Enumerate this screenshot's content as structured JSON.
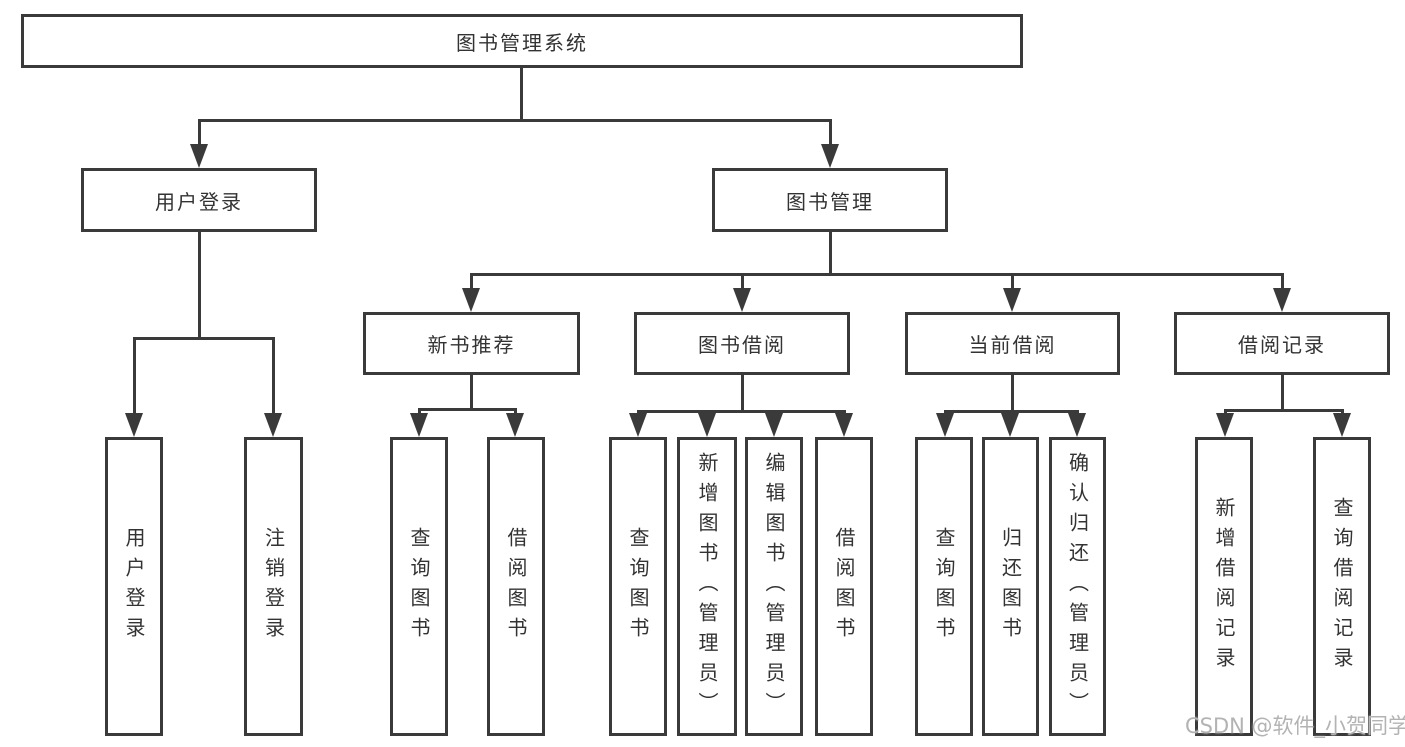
{
  "tree": {
    "root_label": "图书管理系统",
    "user_login": {
      "label": "用户登录",
      "children": [
        {
          "label": "用户登录"
        },
        {
          "label": "注销登录"
        }
      ]
    },
    "book_management": {
      "label": "图书管理",
      "sections": [
        {
          "label": "新书推荐",
          "children": [
            {
              "label": "查询图书"
            },
            {
              "label": "借阅图书"
            }
          ]
        },
        {
          "label": "图书借阅",
          "children": [
            {
              "label": "查询图书"
            },
            {
              "label": "新增图书（管理员）"
            },
            {
              "label": "编辑图书（管理员）"
            },
            {
              "label": "借阅图书"
            }
          ]
        },
        {
          "label": "当前借阅",
          "children": [
            {
              "label": "查询图书"
            },
            {
              "label": "归还图书"
            },
            {
              "label": "确认归还（管理员）"
            }
          ]
        },
        {
          "label": "借阅记录",
          "children": [
            {
              "label": "新增借阅记录"
            },
            {
              "label": "查询借阅记录"
            }
          ]
        }
      ]
    }
  },
  "watermark": {
    "text": "CSDN @软件_小贺同学"
  },
  "colors": {
    "line": "#3a3a3a",
    "text": "#333333",
    "watermark": "#b3b3b3",
    "background": "#ffffff"
  }
}
